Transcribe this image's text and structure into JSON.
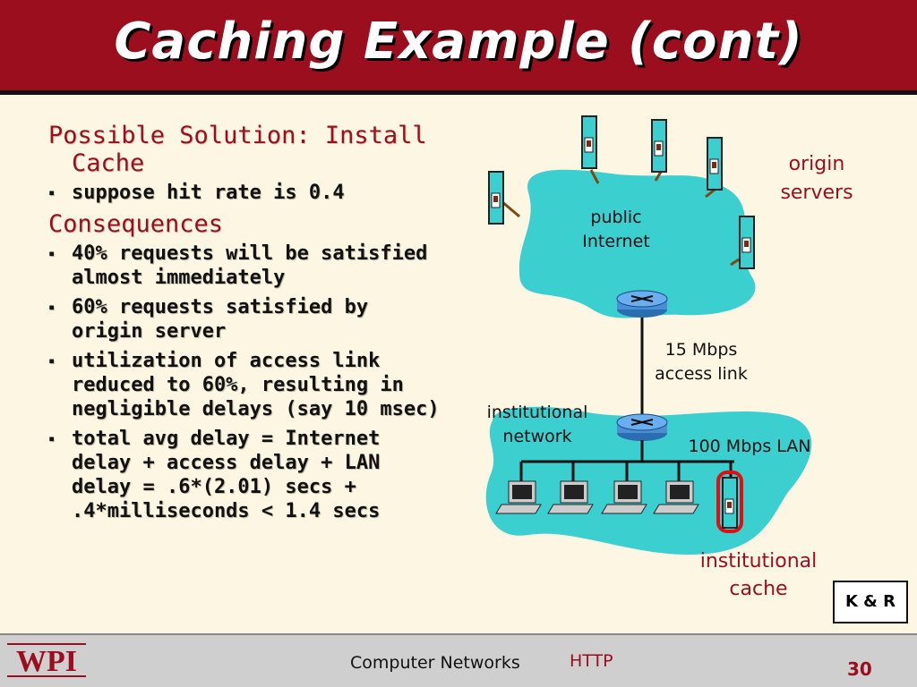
{
  "slide": {
    "title": "Caching Example (cont)",
    "heading1_line1": "Possible Solution: Install",
    "heading1_line2": "Cache",
    "bullets1": [
      "suppose hit rate is 0.4"
    ],
    "heading2": "Consequences",
    "bullets2": [
      "40% requests will be satisfied almost immediately",
      "60% requests satisfied by origin server",
      "utilization of access link reduced to 60%, resulting in negligible  delays (say 10 msec)",
      "total avg delay = Internet delay + access delay + LAN delay   =  .6*(2.01) secs  + .4*milliseconds < 1.4 secs"
    ]
  },
  "diagram": {
    "public_internet": [
      "public",
      "Internet"
    ],
    "origin_servers": [
      "origin",
      "servers"
    ],
    "access_link": [
      "15 Mbps",
      "access link"
    ],
    "institutional_network": [
      "institutional",
      "network"
    ],
    "lan": "100 Mbps LAN",
    "institutional_cache": [
      "institutional",
      "cache"
    ]
  },
  "credit": "K & R",
  "footer": {
    "logo": "WPI",
    "course": "Computer Networks",
    "topic": "HTTP",
    "page": "30"
  },
  "colors": {
    "title_bar": "#9b0e1e",
    "cloud": "#3ccfcf",
    "server": "#3ccfcf",
    "accent_red": "#9b0e1e",
    "cache_outline": "#e01010"
  }
}
